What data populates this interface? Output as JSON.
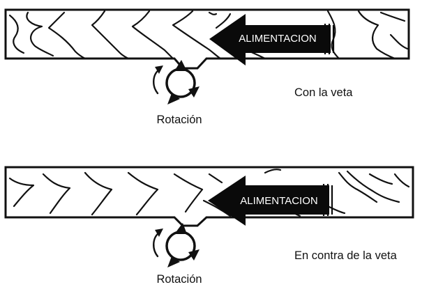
{
  "top_panel": {
    "feed_label": "ALIMENTACION",
    "rotation_label": "Rotación",
    "grain_label": "Con la veta"
  },
  "bottom_panel": {
    "feed_label": "ALIMENTACION",
    "rotation_label": "Rotación",
    "grain_label": "En contra de la veta"
  },
  "colors": {
    "ink": "#111111",
    "arrow_fill": "#0a0a0a",
    "background": "#ffffff"
  }
}
